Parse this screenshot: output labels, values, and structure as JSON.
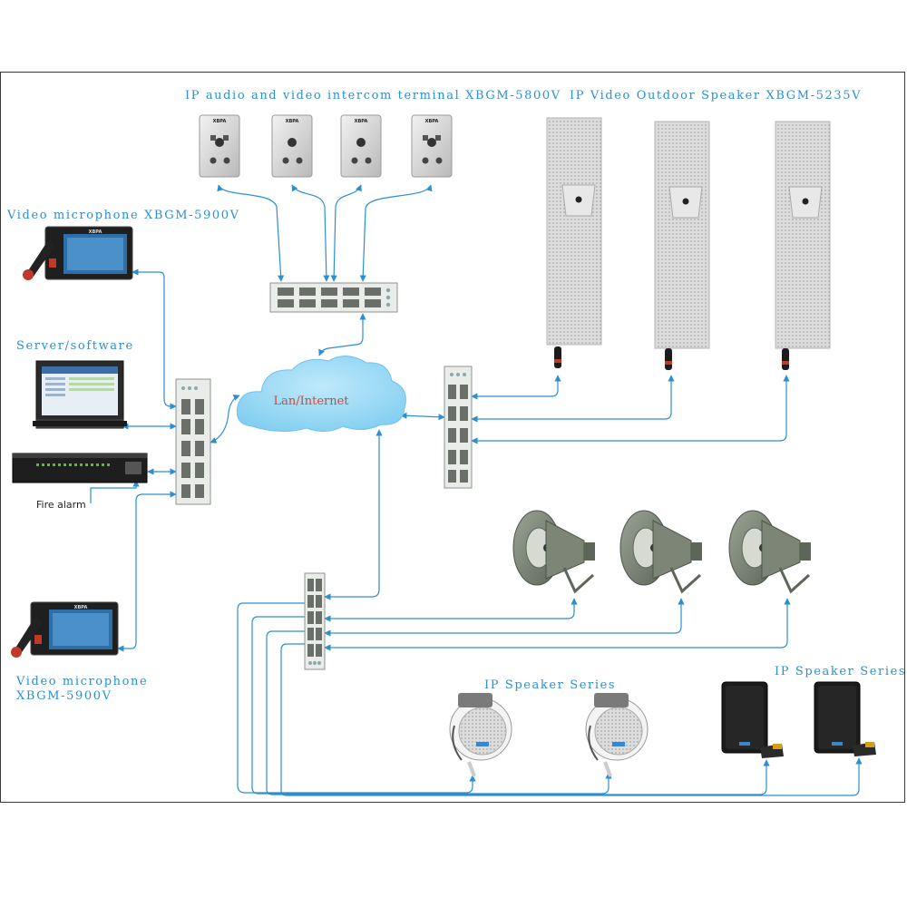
{
  "labels": {
    "intercom_terminal": "IP audio and video intercom terminal XBGM-5800V",
    "outdoor_speaker": "IP Video Outdoor Speaker XBGM-5235V",
    "video_mic_top": "Video microphone XBGM-5900V",
    "server_software": "Server/software",
    "fire_alarm": "Fire alarm",
    "cloud": "Lan/Internet",
    "video_mic_bottom_line1": "Video microphone",
    "video_mic_bottom_line2": "XBGM-5900V",
    "ip_speaker_series_ceiling": "IP Speaker Series",
    "ip_speaker_series_wall": "IP Speaker Series"
  },
  "brand": "XBPA",
  "colors": {
    "connector": "#2b8fd0",
    "label": "#2b8fd0",
    "cloud_fill": "#8fd4f2",
    "cloud_text": "#d8462b"
  }
}
